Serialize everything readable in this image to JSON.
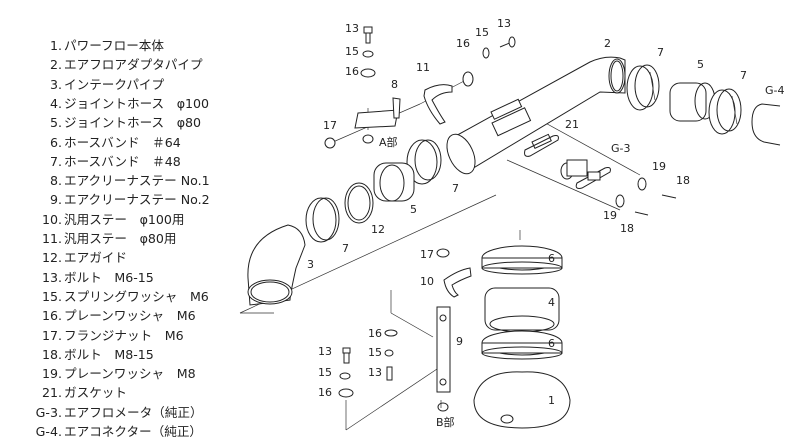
{
  "parts_list": [
    {
      "num": "1.",
      "name": "パワーフロー本体"
    },
    {
      "num": "2.",
      "name": "エアフロアダプタパイプ"
    },
    {
      "num": "3.",
      "name": "インテークパイプ"
    },
    {
      "num": "4.",
      "name": "ジョイントホース　φ100"
    },
    {
      "num": "5.",
      "name": "ジョイントホース　φ80"
    },
    {
      "num": "6.",
      "name": "ホースバンド　＃64"
    },
    {
      "num": "7.",
      "name": "ホースバンド　＃48"
    },
    {
      "num": "8.",
      "name": "エアクリーナステー No.1"
    },
    {
      "num": "9.",
      "name": "エアクリーナステー No.2"
    },
    {
      "num": "10.",
      "name": "汎用ステー　φ100用"
    },
    {
      "num": "11.",
      "name": "汎用ステー　φ80用"
    },
    {
      "num": "12.",
      "name": "エアガイド"
    },
    {
      "num": "13.",
      "name": "ボルト　M6-15"
    },
    {
      "num": "15.",
      "name": "スプリングワッシャ　M6"
    },
    {
      "num": "16.",
      "name": "プレーンワッシャ　M6"
    },
    {
      "num": "17.",
      "name": "フランジナット　M6"
    },
    {
      "num": "18.",
      "name": "ボルト　M8-15"
    },
    {
      "num": "19.",
      "name": "プレーンワッシャ　M8"
    },
    {
      "num": "21.",
      "name": "ガスケット"
    },
    {
      "num": "G-3.",
      "name": "エアフロメータ（純正）"
    },
    {
      "num": "G-4.",
      "name": "エアコネクター（純正）"
    }
  ],
  "callouts": {
    "c13a": "13",
    "c15a": "15",
    "c16a": "16",
    "c8": "8",
    "c11": "11",
    "c17a": "17",
    "a_section": "A部",
    "c16b": "16",
    "c15b": "15",
    "c13b": "13",
    "c2": "2",
    "c7a": "7",
    "c5a": "5",
    "c7b": "7",
    "cG4": "G-4",
    "c21": "21",
    "cG3": "G-3",
    "c19a": "19",
    "c18a": "18",
    "c19b": "19",
    "c18b": "18",
    "c7c": "7",
    "c5b": "5",
    "c12": "12",
    "c7d": "7",
    "c3": "3",
    "c17b": "17",
    "c10": "10",
    "c6a": "6",
    "c4": "4",
    "c9": "9",
    "c6b": "6",
    "c1": "1",
    "c16c": "16",
    "c15c": "15",
    "c13c": "13",
    "c13d": "13",
    "c15d": "15",
    "c16d": "16",
    "b_section": "B部"
  }
}
